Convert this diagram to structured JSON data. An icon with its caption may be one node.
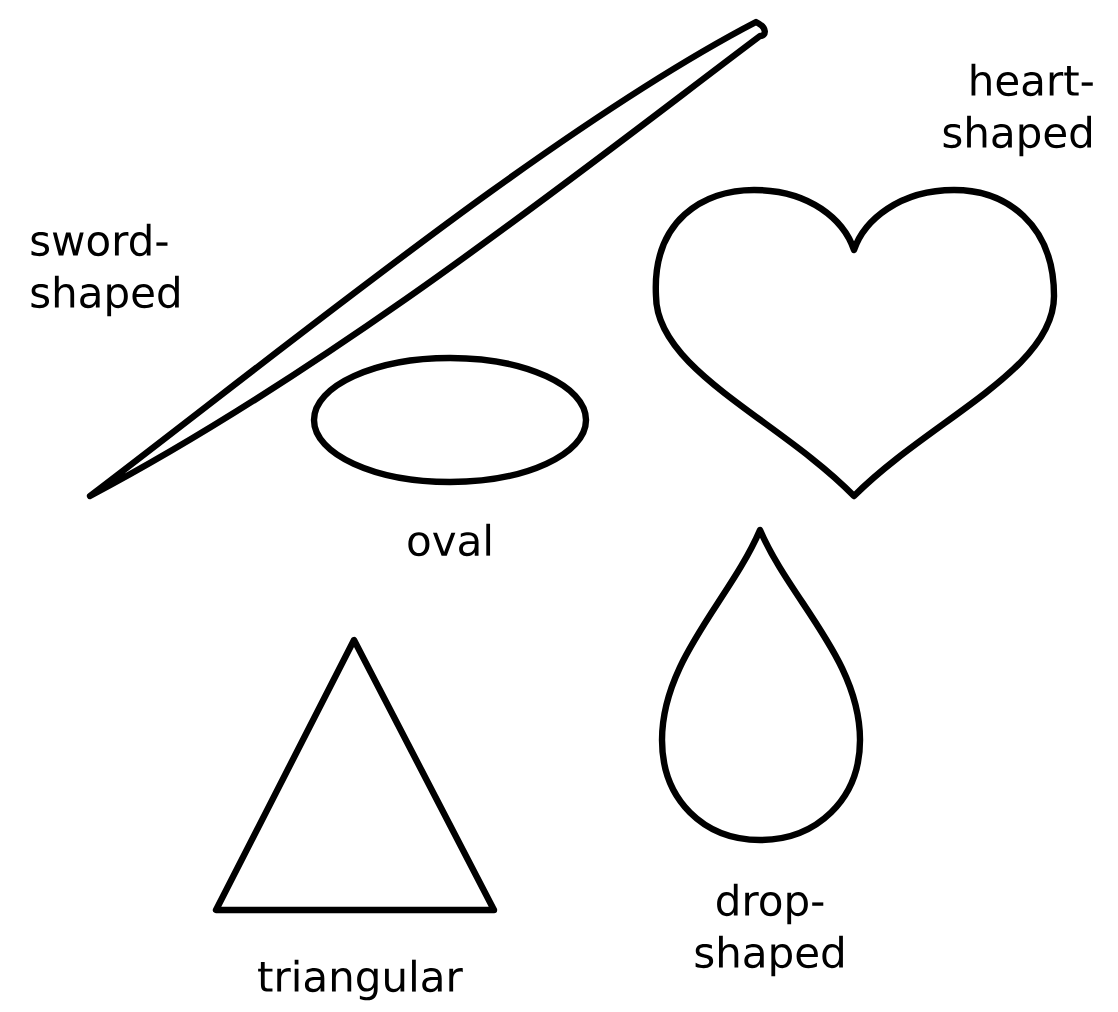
{
  "diagram": {
    "nodes": [
      {
        "text": [
          "sword- shaped"
        ]
      },
      {
        "text": [
          "heart- shaped"
        ]
      },
      {
        "text": [
          "oval"
        ]
      },
      {
        "text": [
          "triangular"
        ]
      },
      {
        "text": [
          "drop- shaped"
        ]
      }
    ]
  }
}
